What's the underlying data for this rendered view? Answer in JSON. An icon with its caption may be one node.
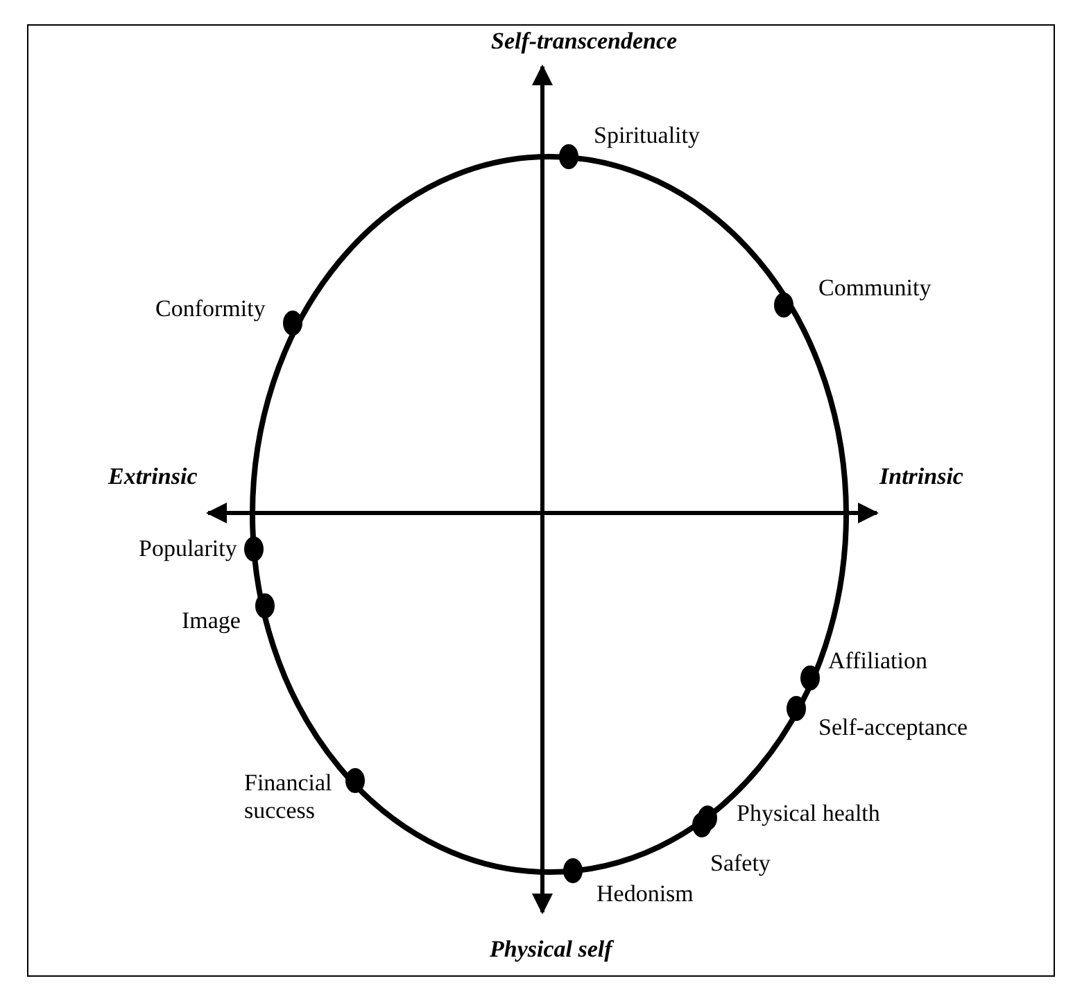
{
  "diagram": {
    "labels": [
      "Self-transcendence",
      "Spirituality",
      "Community",
      "Conformity",
      "Extrinsic",
      "Intrinsic",
      "Popularity",
      "Image",
      "Affiliation",
      "Self-acceptance",
      "Financial success",
      "Physical health",
      "Safety",
      "Hedonism",
      "Physical self"
    ]
  }
}
